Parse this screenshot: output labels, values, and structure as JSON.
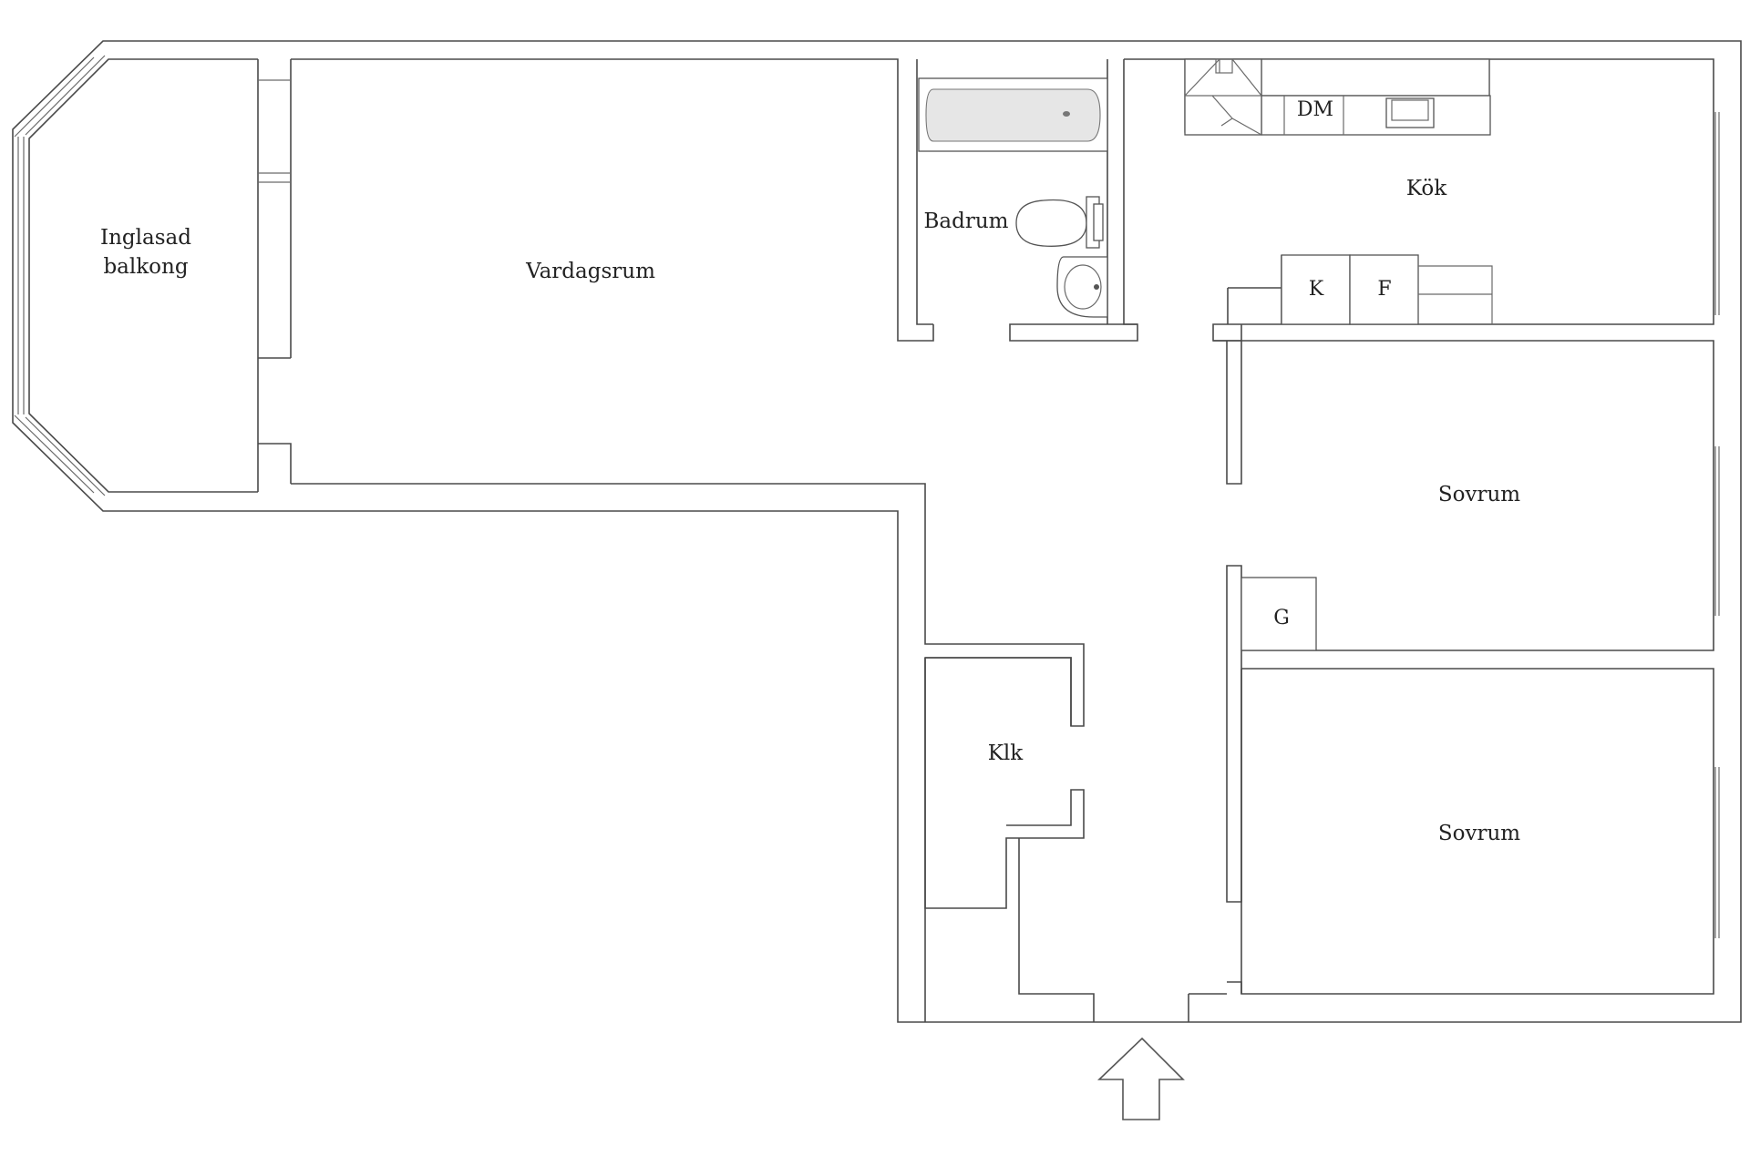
{
  "rooms": {
    "balcony_line1": "Inglasad",
    "balcony_line2": "balkong",
    "living": "Vardagsrum",
    "bathroom": "Badrum",
    "kitchen": "Kök",
    "bedroom_1": "Sovrum",
    "bedroom_2": "Sovrum",
    "closet": "Klk"
  },
  "fixtures": {
    "dishwasher": "DM",
    "fridge": "K",
    "freezer": "F",
    "wardrobe": "G"
  },
  "entrance": {
    "arrow_icon": "up-arrow-icon"
  },
  "colors": {
    "wall": "#4a4a4a",
    "fixture_fill": "#e6e6e6",
    "background": "#ffffff"
  }
}
